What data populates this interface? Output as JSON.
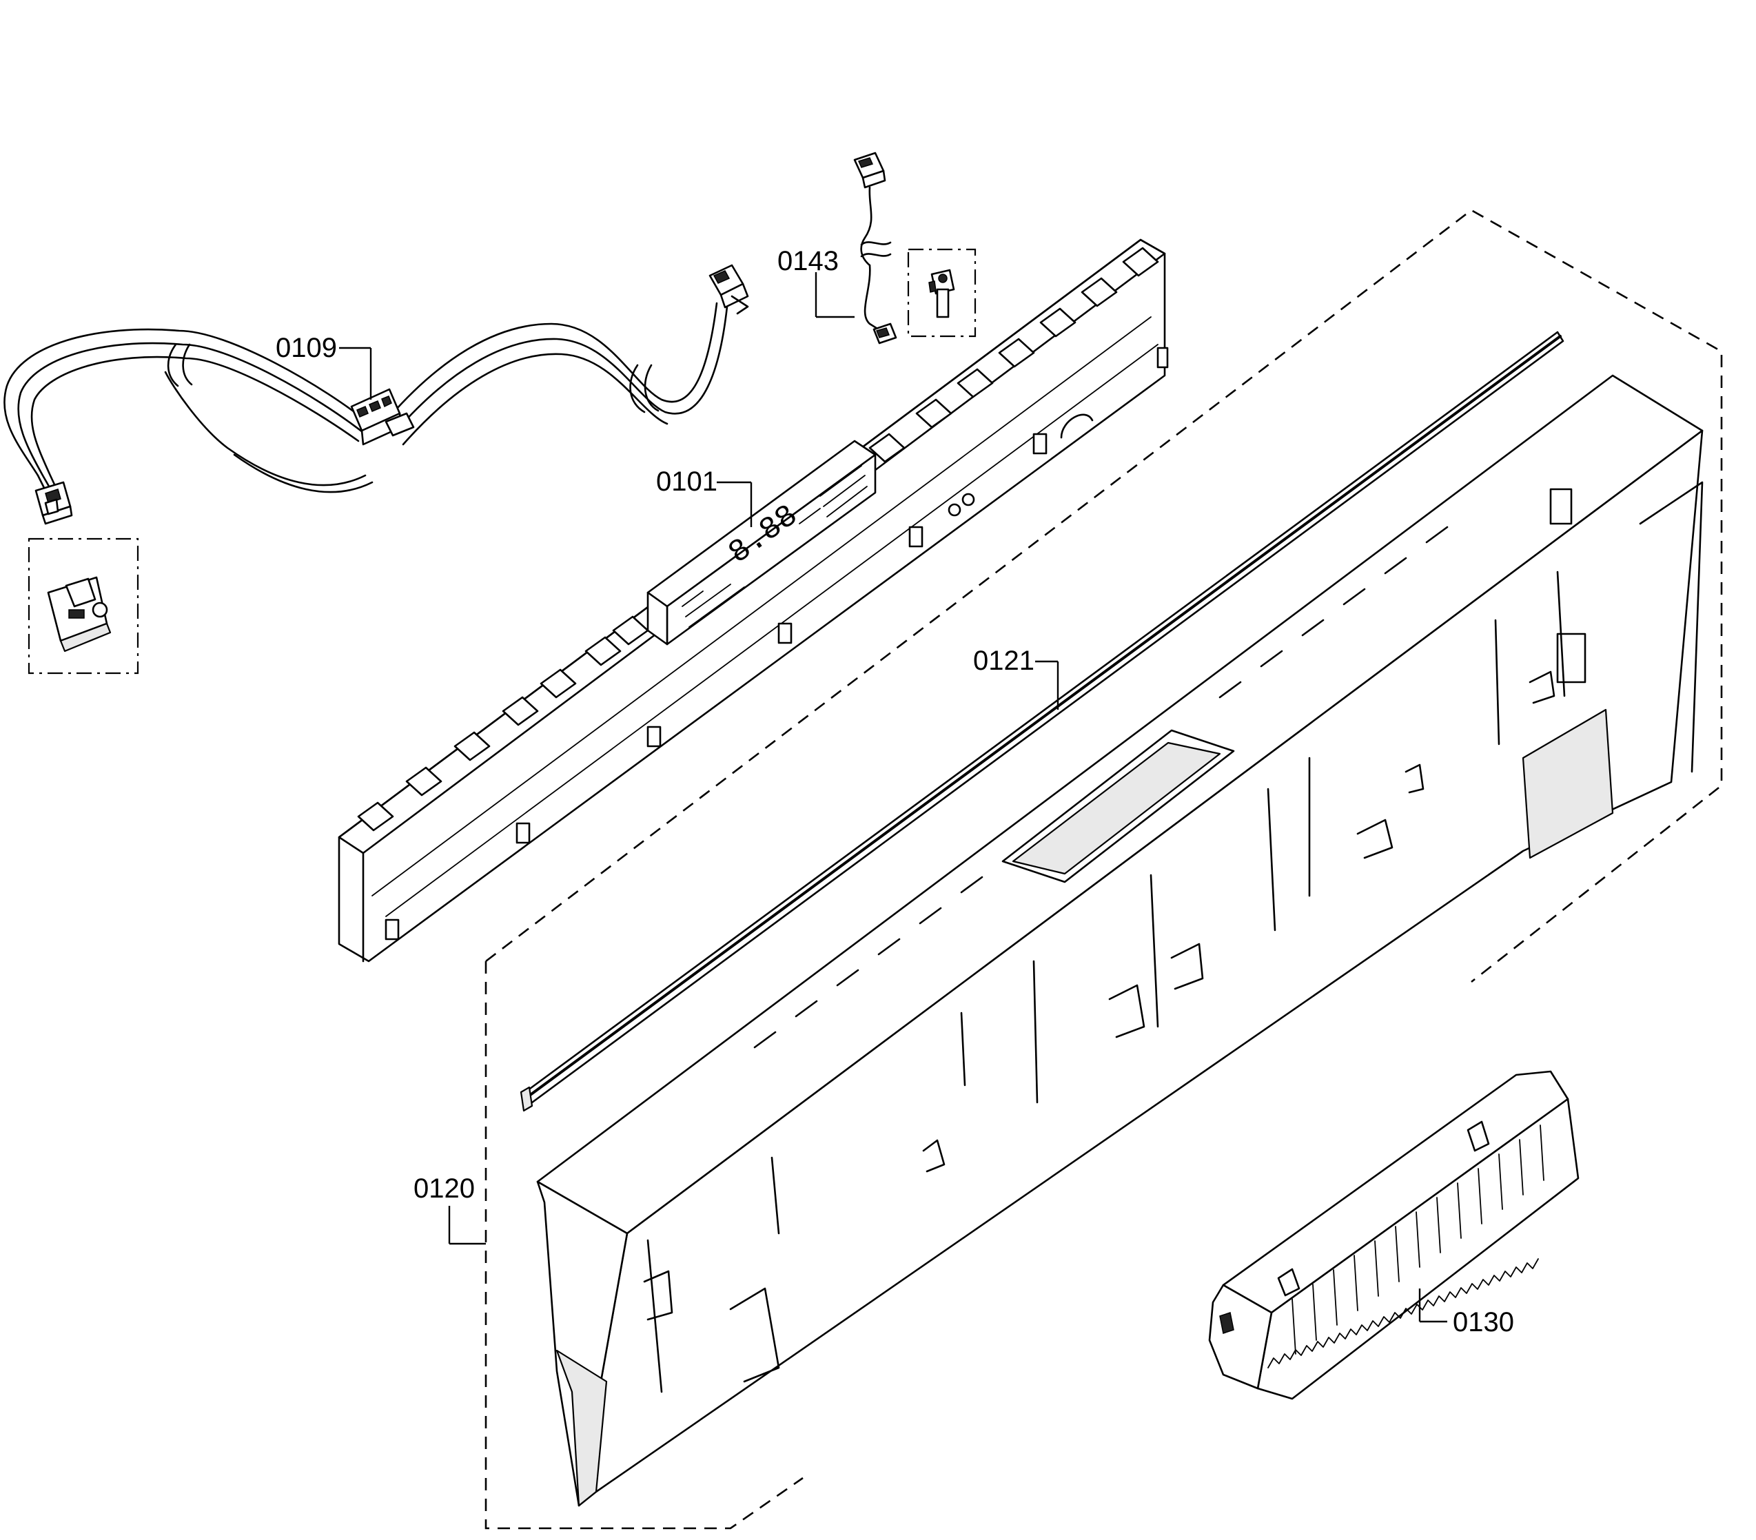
{
  "labels": {
    "harness": "0109",
    "sensor_wire": "0143",
    "control_module": "0101",
    "seal_strip": "0121",
    "panel": "0120",
    "cover": "0130"
  }
}
